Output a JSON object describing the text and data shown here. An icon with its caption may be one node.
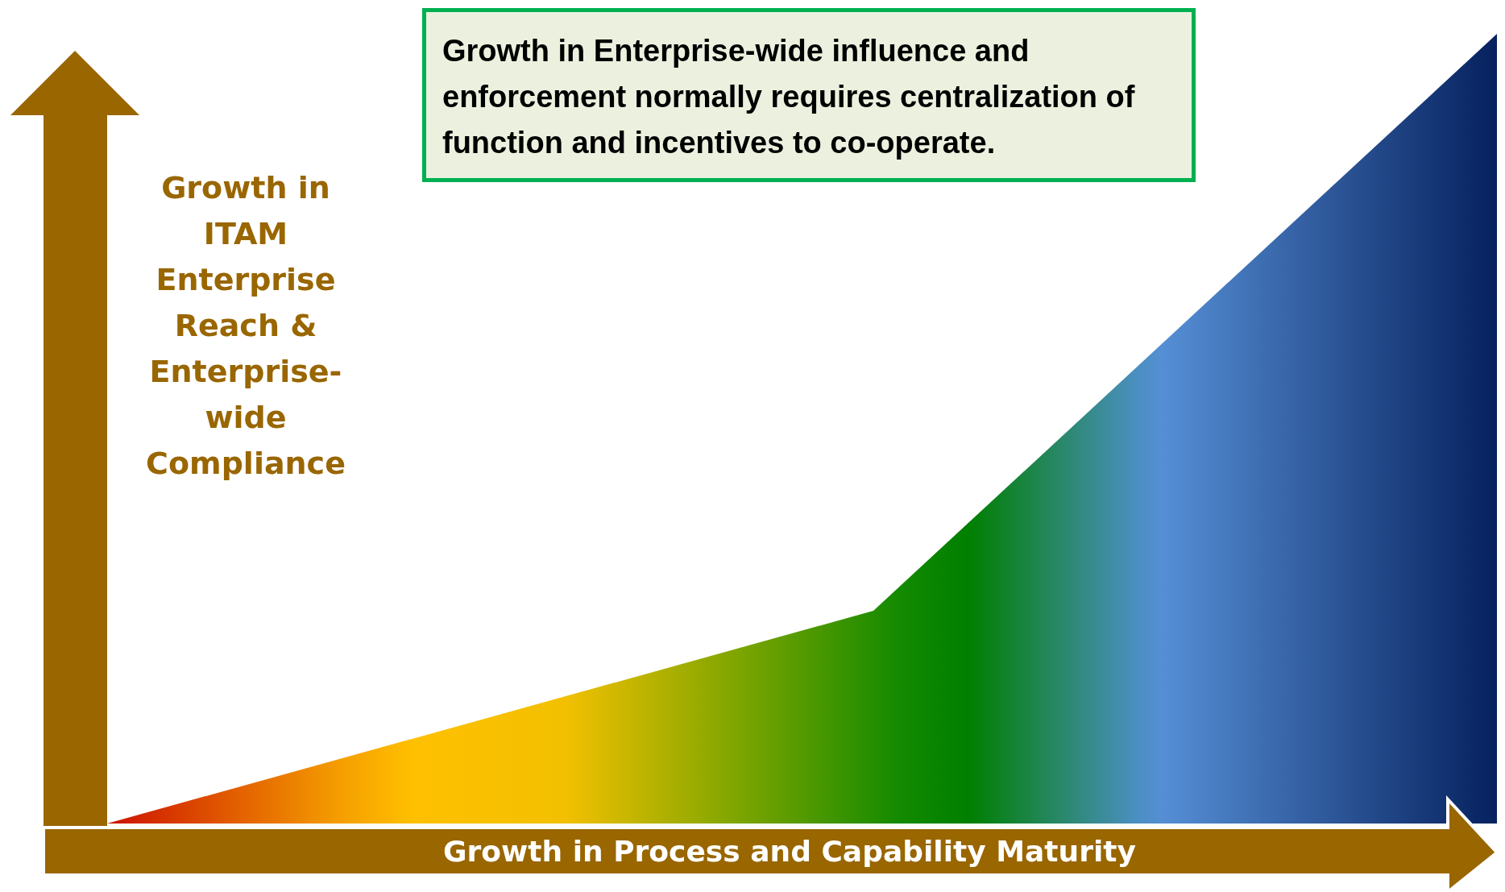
{
  "diagram": {
    "nodes": [
      {
        "text": [
          "Growth in Enterprise-wide influence and enforcement normally requires centralization of function and incentives to co-operate."
        ]
      }
    ],
    "labels": [
      "Growth in ITAM Enterprise Reach & Enterprise-wide Compliance",
      "Growth in Process and Capability Maturity"
    ]
  }
}
